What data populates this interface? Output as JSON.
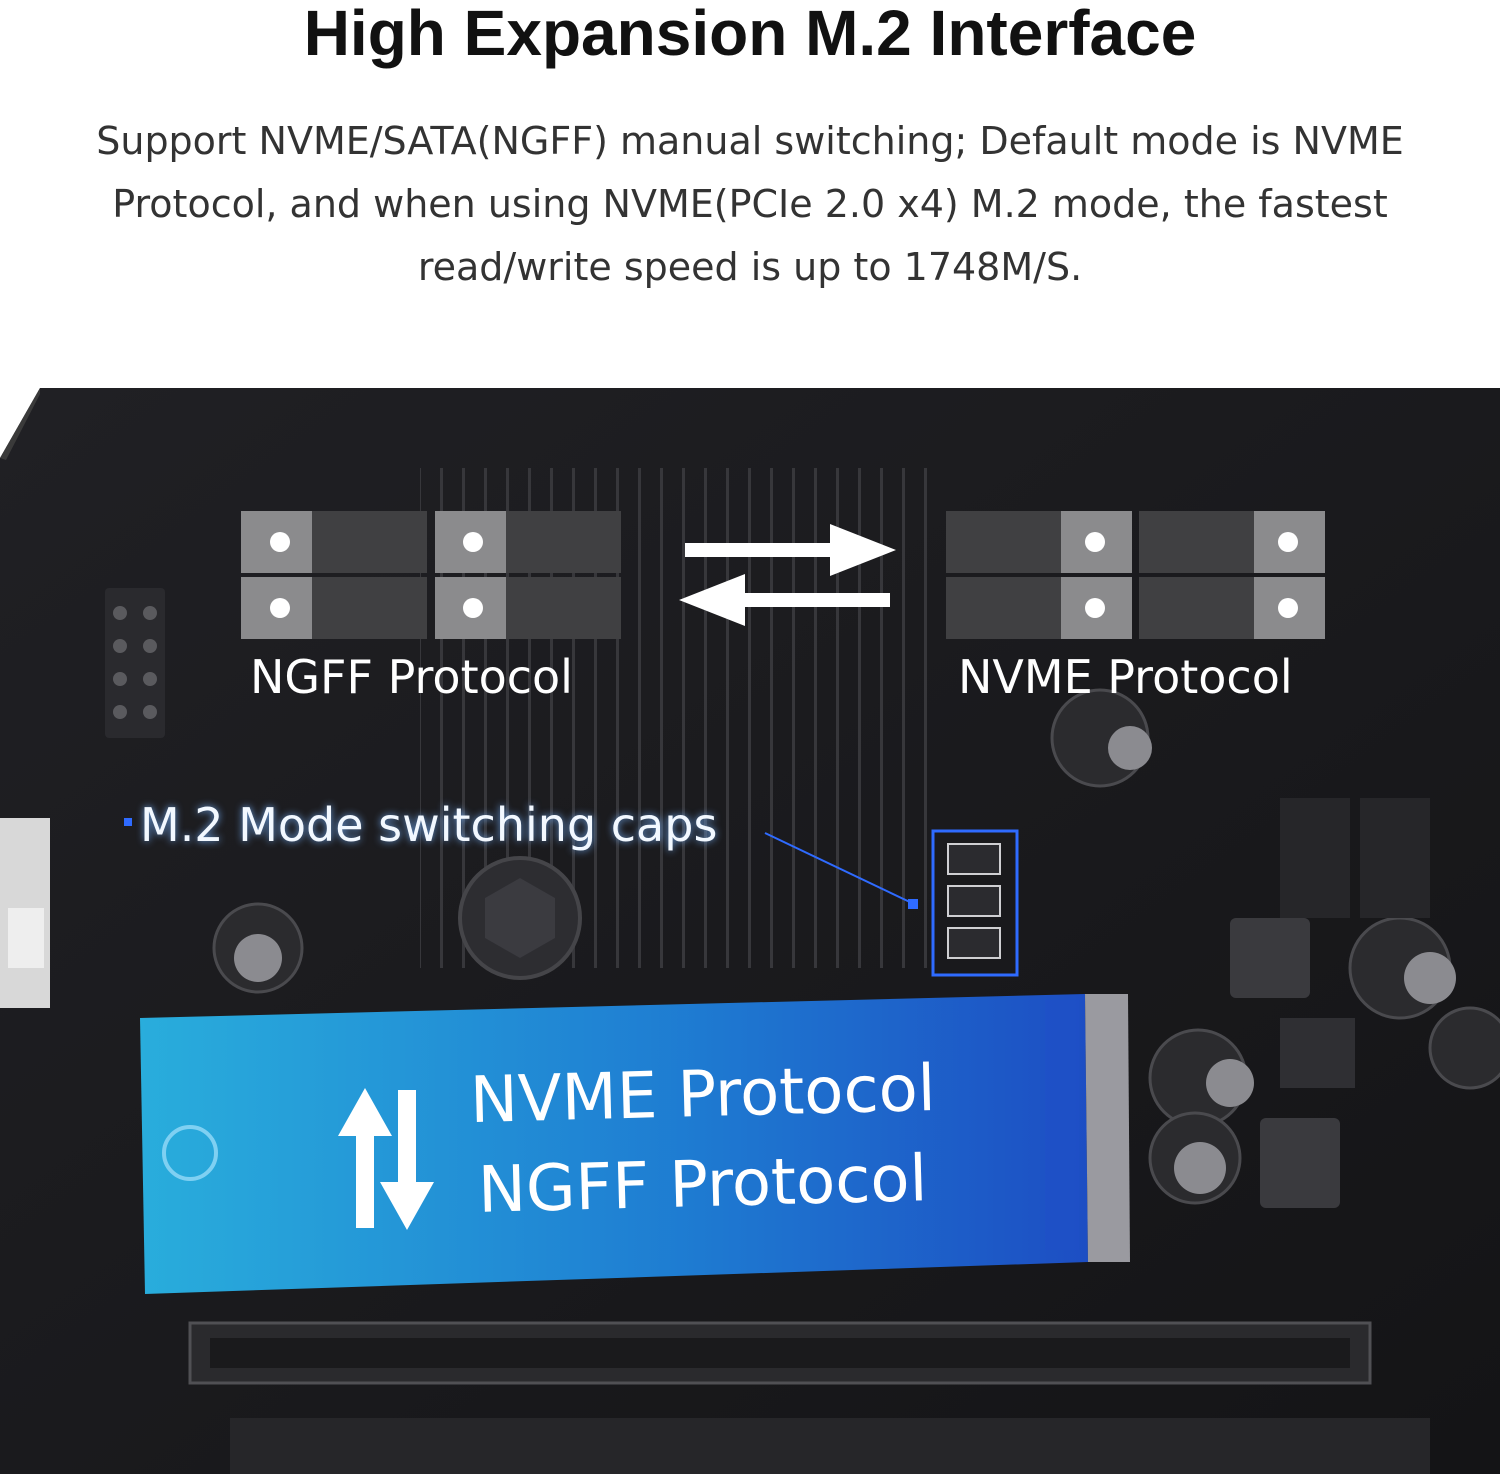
{
  "header": {
    "title": "High Expansion M.2 Interface",
    "description": "Support NVME/SATA(NGFF) manual switching; Default mode is NVME Protocol, and when using NVME(PCIe 2.0 x4) M.2 mode, the fastest read/write speed is up to 1748M/S."
  },
  "diagram": {
    "left_jumper_label": "NGFF Protocol",
    "right_jumper_label": "NVME Protocol",
    "caps_label": "M.2 Mode switching caps",
    "card_label_top": "NVME  Protocol",
    "card_label_bottom": "NGFF  Protocol"
  },
  "colors": {
    "board": "#1b1b1d",
    "jumper_light": "#8a8a8a",
    "jumper_dark": "#3e3e40",
    "card_cyan": "#29b6e8",
    "card_blue": "#1e5fd8",
    "highlight_blue": "#2f6bff"
  },
  "icons": [
    "double-arrow-icon",
    "up-down-arrow-icon",
    "pin-dot-icon"
  ]
}
